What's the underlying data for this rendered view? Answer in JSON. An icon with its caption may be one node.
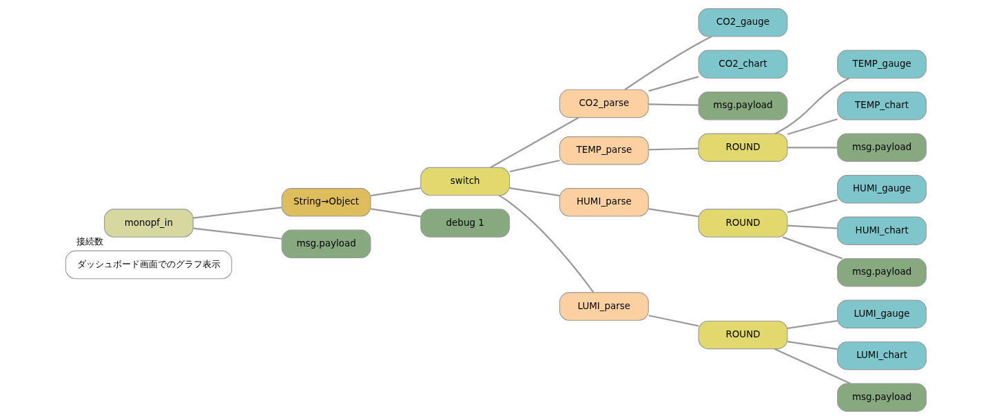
{
  "diagram": {
    "nodes": [
      {
        "text": [
          "ダッシュボード画面でのグラフ表示"
        ]
      },
      {
        "text": [
          "monopf_in"
        ],
        "beside": [
          "接続数"
        ]
      },
      {
        "text": [
          "String→Object"
        ]
      },
      {
        "text": [
          "msg.payload"
        ]
      },
      {
        "text": [
          "switch"
        ]
      },
      {
        "text": [
          "debug 1"
        ]
      },
      {
        "text": [
          "CO2_parse"
        ]
      },
      {
        "text": [
          "CO2_gauge"
        ]
      },
      {
        "text": [
          "CO2_chart"
        ]
      },
      {
        "text": [
          "msg.payload"
        ]
      },
      {
        "text": [
          "TEMP_parse"
        ]
      },
      {
        "text": [
          "ROUND"
        ]
      },
      {
        "text": [
          "TEMP_gauge"
        ]
      },
      {
        "text": [
          "TEMP_chart"
        ]
      },
      {
        "text": [
          "msg.payload"
        ]
      },
      {
        "text": [
          "HUMI_parse"
        ]
      },
      {
        "text": [
          "ROUND"
        ]
      },
      {
        "text": [
          "HUMI_gauge"
        ]
      },
      {
        "text": [
          "HUMI_chart"
        ]
      },
      {
        "text": [
          "msg.payload"
        ]
      },
      {
        "text": [
          "LUMI_parse"
        ]
      },
      {
        "text": [
          "ROUND"
        ]
      },
      {
        "text": [
          "LUMI_gauge"
        ]
      },
      {
        "text": [
          "LUMI_chart"
        ]
      },
      {
        "text": [
          "msg.payload"
        ]
      }
    ],
    "edges": [
      {
        "from": 1,
        "to": 2,
        "arrow": "none"
      },
      {
        "from": 1,
        "to": 3,
        "arrow": "none"
      },
      {
        "from": 2,
        "to": 4,
        "arrow": "none"
      },
      {
        "from": 2,
        "to": 5,
        "arrow": "none"
      },
      {
        "from": 4,
        "to": 6,
        "arrow": "none"
      },
      {
        "from": 4,
        "to": 10,
        "arrow": "none"
      },
      {
        "from": 4,
        "to": 15,
        "arrow": "none"
      },
      {
        "from": 4,
        "to": 20,
        "arrow": "none"
      },
      {
        "from": 6,
        "to": 7,
        "arrow": "none"
      },
      {
        "from": 6,
        "to": 8,
        "arrow": "none"
      },
      {
        "from": 6,
        "to": 9,
        "arrow": "none"
      },
      {
        "from": 10,
        "to": 11,
        "arrow": "none"
      },
      {
        "from": 11,
        "to": 12,
        "arrow": "none"
      },
      {
        "from": 11,
        "to": 13,
        "arrow": "none"
      },
      {
        "from": 11,
        "to": 14,
        "arrow": "none"
      },
      {
        "from": 15,
        "to": 16,
        "arrow": "none"
      },
      {
        "from": 16,
        "to": 17,
        "arrow": "none"
      },
      {
        "from": 16,
        "to": 18,
        "arrow": "none"
      },
      {
        "from": 16,
        "to": 19,
        "arrow": "none"
      },
      {
        "from": 20,
        "to": 21,
        "arrow": "none"
      },
      {
        "from": 21,
        "to": 22,
        "arrow": "none"
      },
      {
        "from": 21,
        "to": 23,
        "arrow": "none"
      },
      {
        "from": 21,
        "to": 24,
        "arrow": "none"
      }
    ]
  }
}
